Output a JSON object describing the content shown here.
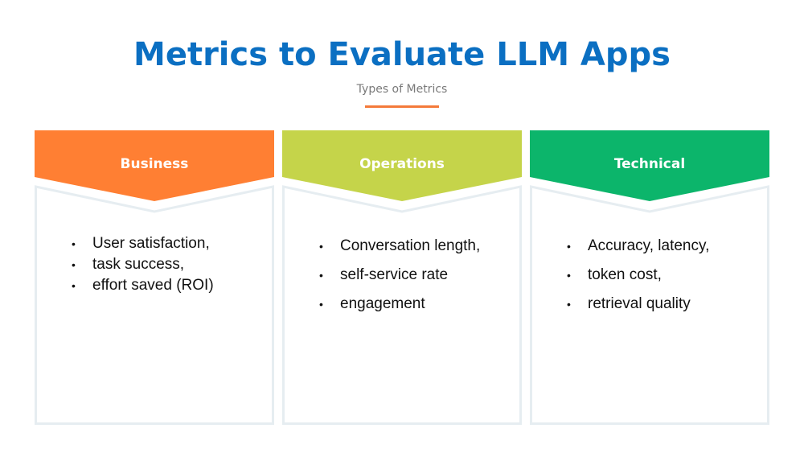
{
  "header": {
    "title": "Metrics to Evaluate LLM Apps",
    "subtitle": "Types of Metrics"
  },
  "colors": {
    "title": "#0b6fc2",
    "accent_line": "#f47a3a",
    "border": "#e6edf1"
  },
  "columns": [
    {
      "label": "Business",
      "color": "#ff7f33",
      "items": [
        "User satisfaction,",
        "task success,",
        "effort saved (ROI)"
      ]
    },
    {
      "label": "Operations",
      "color": "#c5d44a",
      "items": [
        "Conversation length,",
        "self-service rate",
        "engagement"
      ]
    },
    {
      "label": "Technical",
      "color": "#0cb56b",
      "items": [
        "Accuracy, latency,",
        "token cost,",
        "retrieval quality"
      ]
    }
  ]
}
